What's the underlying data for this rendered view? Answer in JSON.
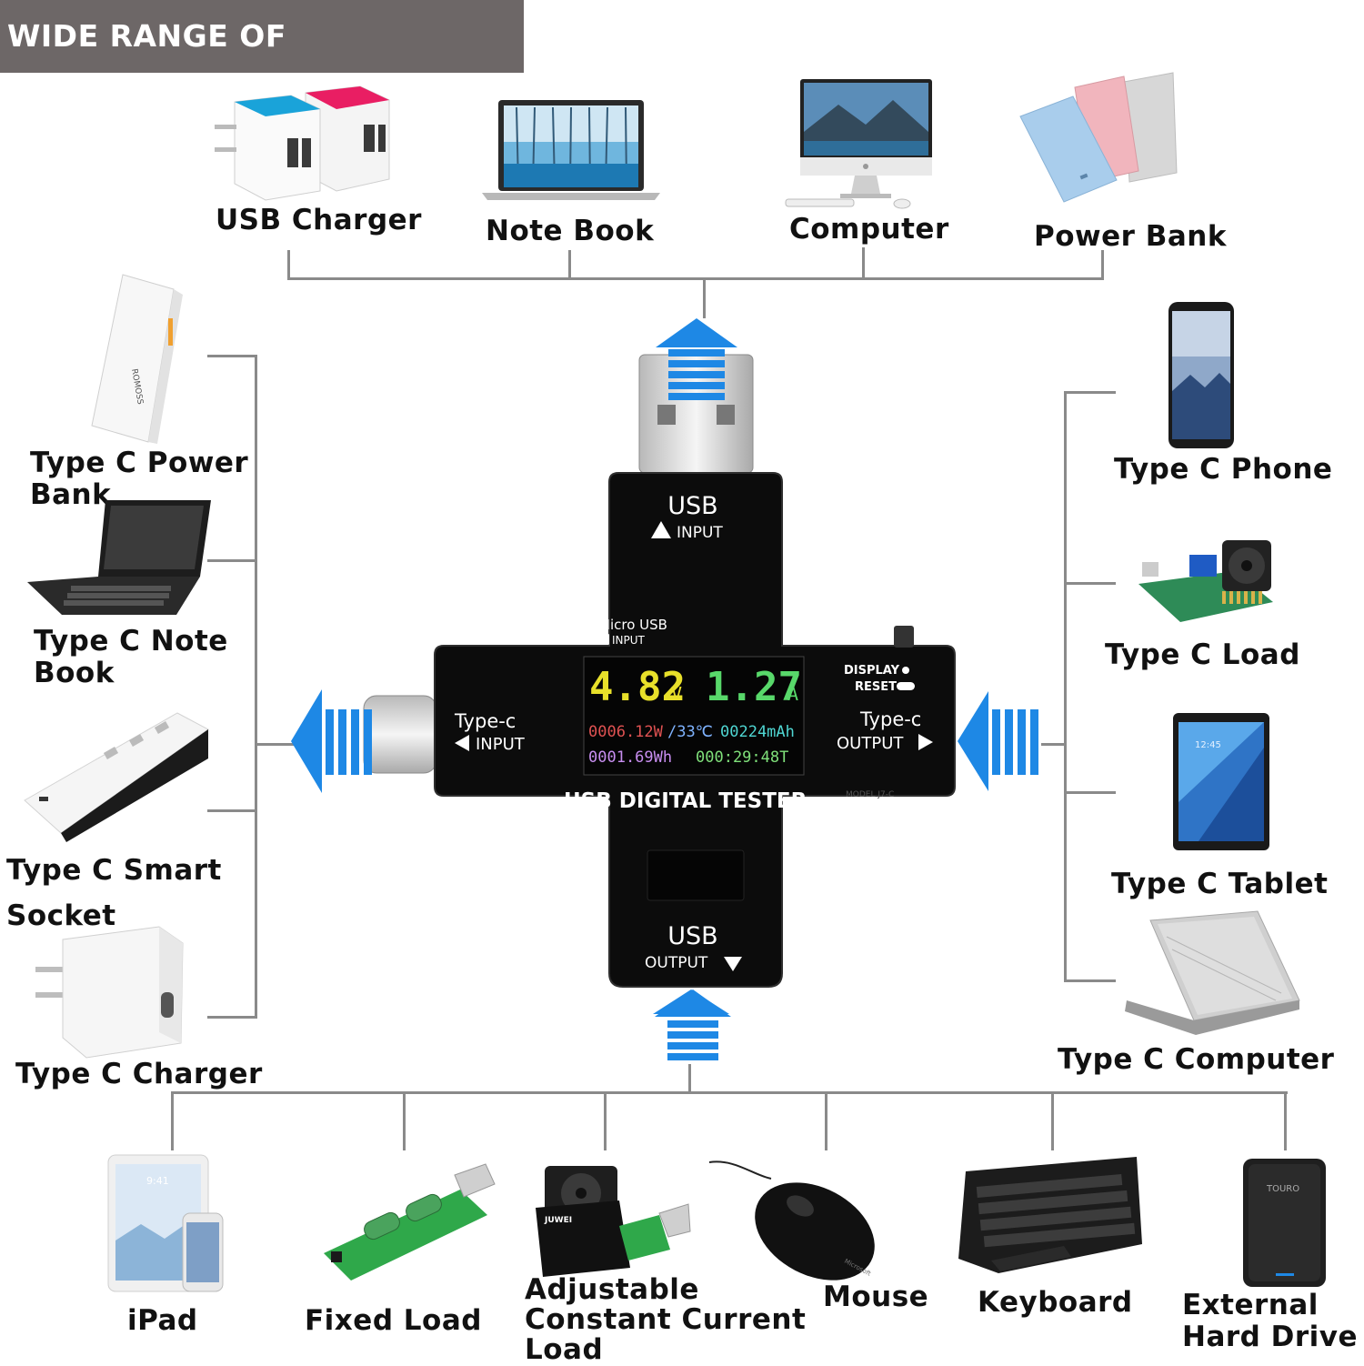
{
  "banner": {
    "title": "WIDE RANGE OF APPLICATION"
  },
  "top_devices": [
    {
      "label": "USB Charger"
    },
    {
      "label": "Note Book"
    },
    {
      "label": "Computer"
    },
    {
      "label": "Power Bank"
    }
  ],
  "left_devices": [
    {
      "label": "Type C Power\nBank"
    },
    {
      "label": "Type C Note\nBook"
    },
    {
      "label": "Type C Smart\nSocket"
    },
    {
      "label": "Type C Charger"
    }
  ],
  "right_devices": [
    {
      "label": "Type C Phone"
    },
    {
      "label": "Type C Load"
    },
    {
      "label": "Type C Tablet"
    },
    {
      "label": "Type C Computer"
    }
  ],
  "bottom_devices": [
    {
      "label": "iPad"
    },
    {
      "label": "Fixed Load"
    },
    {
      "label": "Adjustable\nConstant Current\nLoad"
    },
    {
      "label": "Mouse"
    },
    {
      "label": "Keyboard"
    },
    {
      "label": "External\nHard Drive"
    }
  ],
  "tester": {
    "name": "USB DIGITAL TESTER",
    "usb_in": {
      "title": "USB",
      "sub": "INPUT"
    },
    "usb_out": {
      "title": "USB",
      "sub": "OUTPUT"
    },
    "micro_usb": {
      "title": "Micro USB",
      "sub": "INPUT"
    },
    "typec_in": {
      "title": "Type-c",
      "sub": "INPUT"
    },
    "typec_out": {
      "title": "Type-c",
      "sub": "OUTPUT"
    },
    "display_btn": "DISPLAY",
    "reset_btn": "RESET",
    "model": "MODEL J7-C",
    "screen": {
      "voltage": "4.82",
      "voltage_unit": "V",
      "current": "1.27",
      "current_unit": "A",
      "power": "0006.12W",
      "temp": "/33℃",
      "capacity": "00224mAh",
      "energy": "0001.69Wh",
      "time": "000:29:48T"
    }
  },
  "product_text": {
    "power_bank_brand": "ROMOSS",
    "tablet_clock": "12:45",
    "ipad_clock": "9:41",
    "drive_brand": "TOURO",
    "load_brand": "JUWEI",
    "mouse_brand": "Microsoft"
  }
}
